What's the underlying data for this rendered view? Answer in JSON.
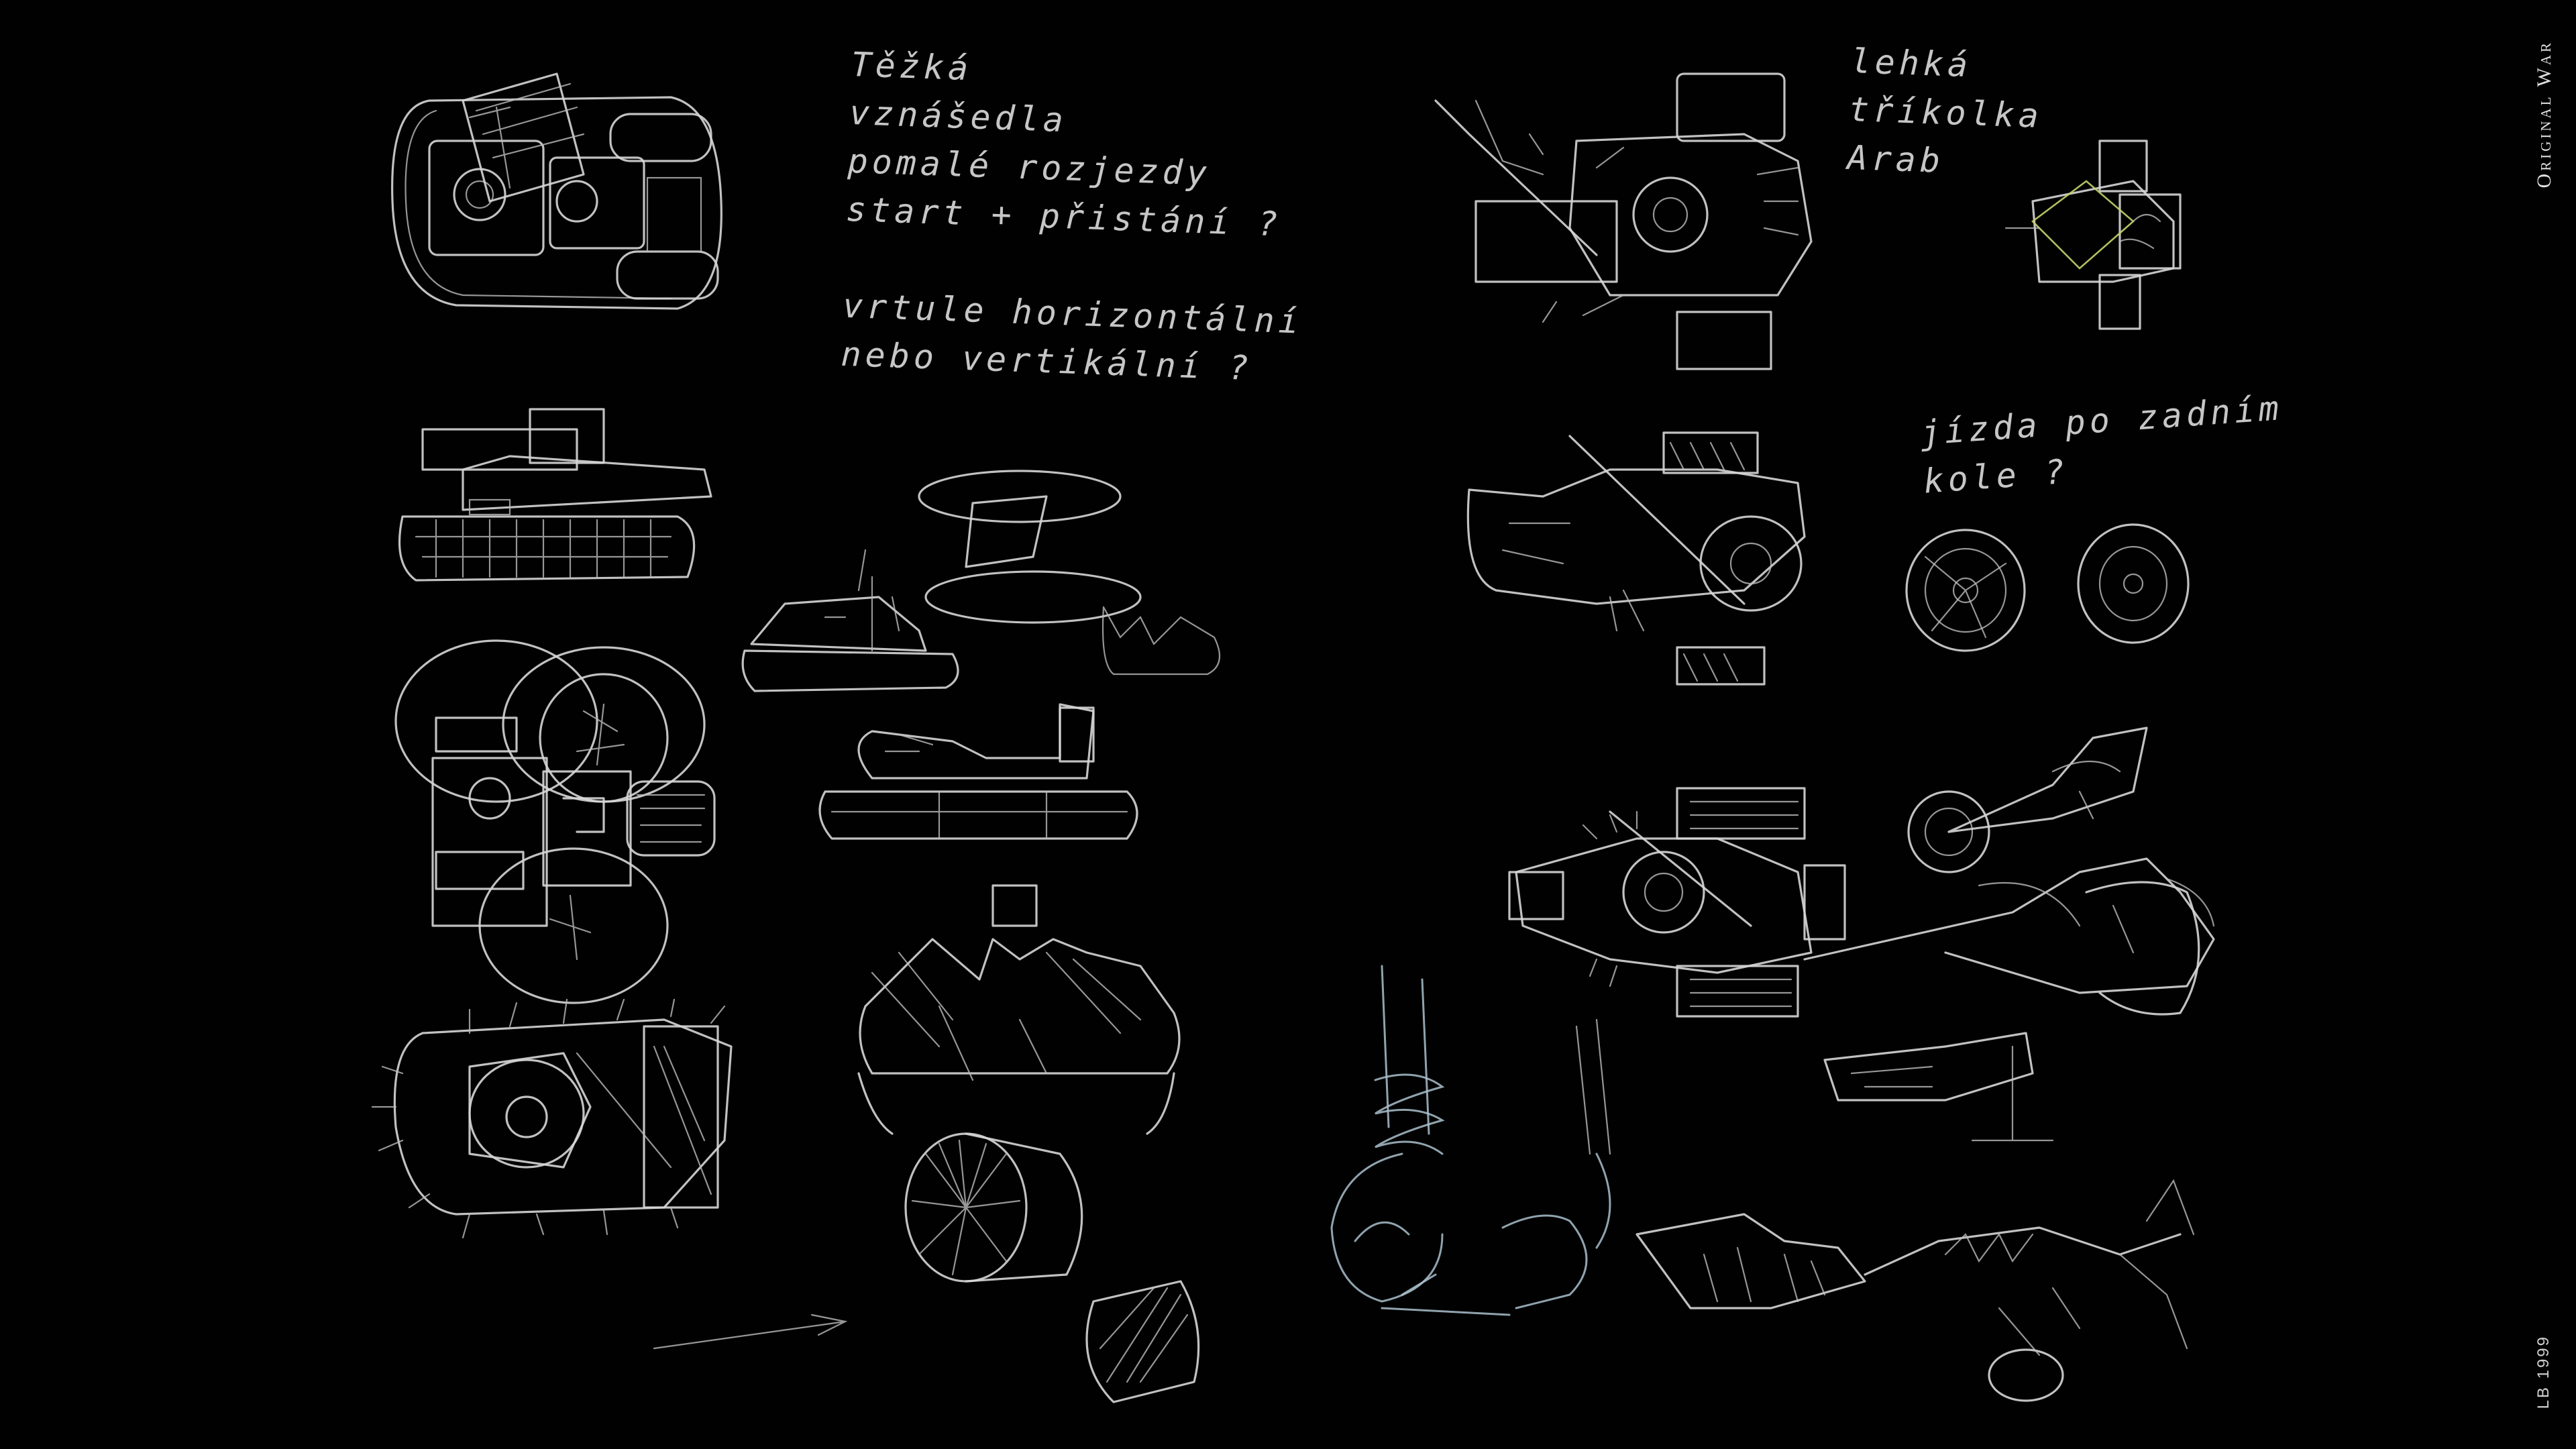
{
  "notes": {
    "left_block": "Těžká\nvznášedla\npomalé rozjezdy\nstart + přistání ?\n\nvrtule horizontální\nnebo vertikální ?",
    "right_block": "lehká\ntříkolka\nArab",
    "wheel_note": "jízda po zadním\nkole ?"
  },
  "labels": {
    "brand": "Original War",
    "signature": "LB 1999"
  }
}
